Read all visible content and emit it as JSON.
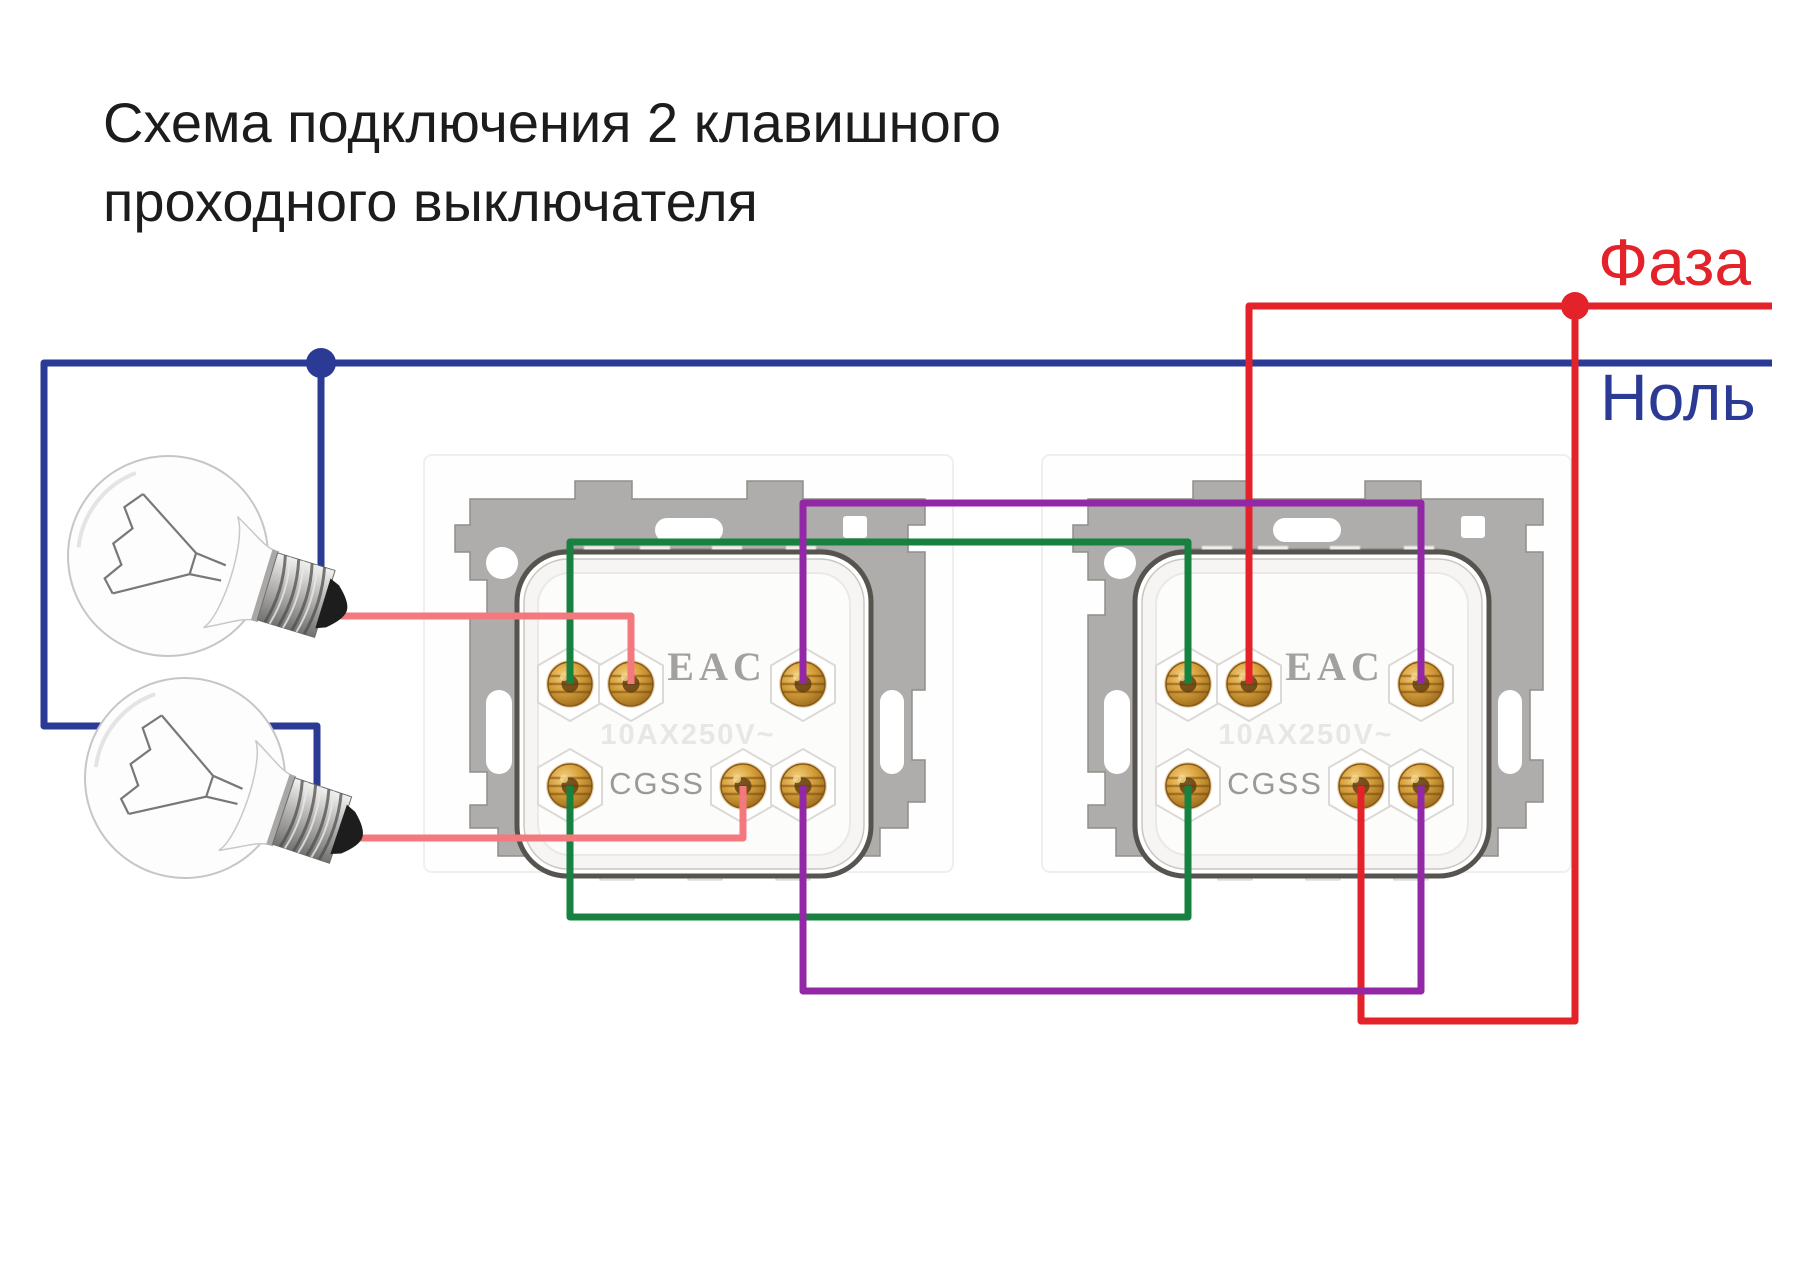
{
  "title": {
    "line1": "Схема подключения 2 клавишного",
    "line2": "проходного выключателя"
  },
  "labels": {
    "phase": "Фаза",
    "neutral": "Ноль"
  },
  "colors": {
    "phase": "#e3222a",
    "neutral": "#2b3a94",
    "traveler_green": "#17813f",
    "traveler_purple": "#9328a6",
    "lamp_pink": "#f4797e",
    "title_text": "#1c1c1c",
    "module_text": "#9b9a97",
    "watermark": "#e9e7e4",
    "metal": "#aeadab"
  },
  "switch_modules": [
    {
      "id": "switch-1",
      "cert_mark": "EAC",
      "brand": "CGSS",
      "rating": "10AX250V~",
      "terminal_count": 6
    },
    {
      "id": "switch-2",
      "cert_mark": "EAC",
      "brand": "CGSS",
      "rating": "10AX250V~",
      "terminal_count": 6
    }
  ],
  "lamps": [
    {
      "id": "lamp-1"
    },
    {
      "id": "lamp-2"
    }
  ]
}
